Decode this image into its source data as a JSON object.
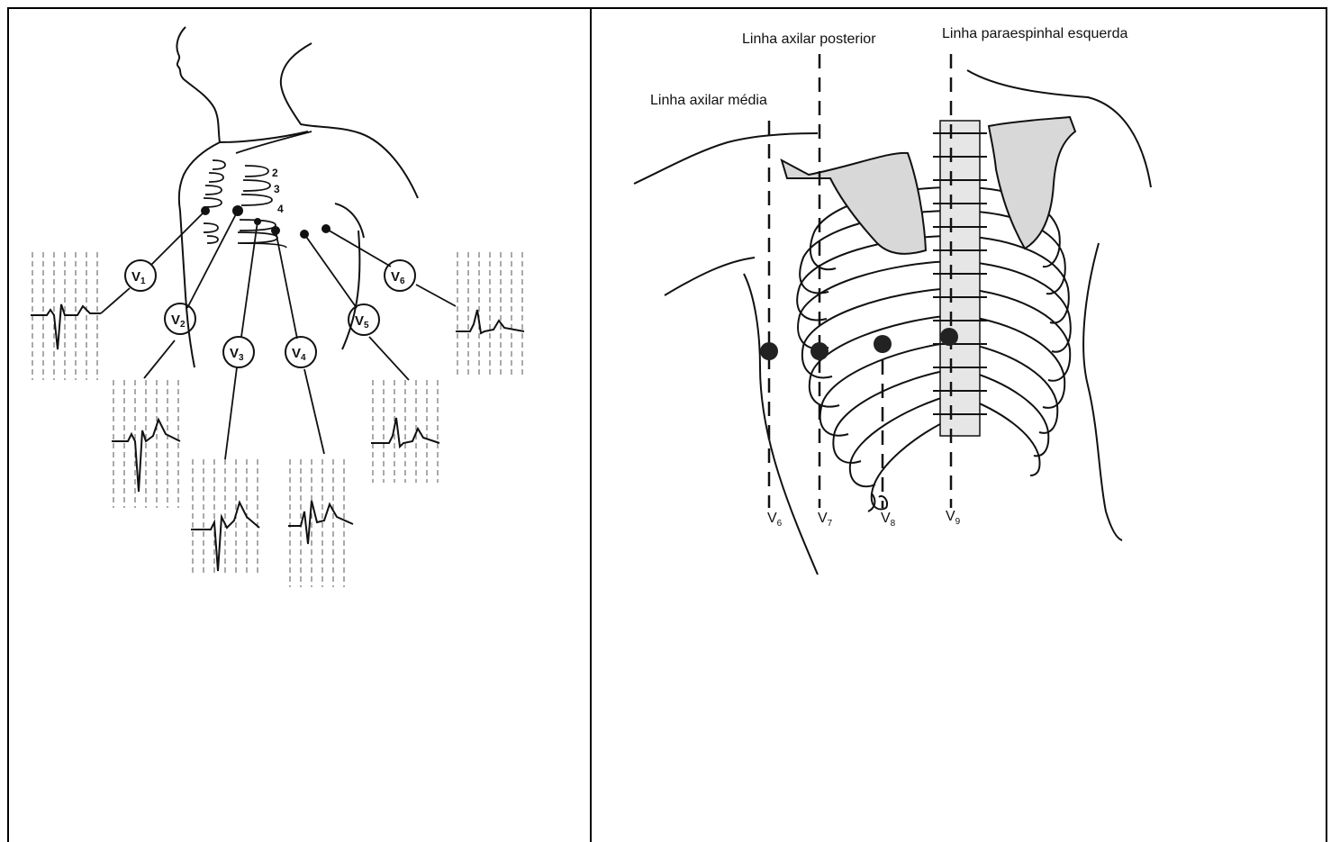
{
  "left_figure": {
    "intercostal_numbers": [
      "2",
      "3",
      "4"
    ],
    "leads": [
      {
        "letter": "V",
        "sub": "1"
      },
      {
        "letter": "V",
        "sub": "2"
      },
      {
        "letter": "V",
        "sub": "3"
      },
      {
        "letter": "V",
        "sub": "4"
      },
      {
        "letter": "V",
        "sub": "5"
      },
      {
        "letter": "V",
        "sub": "6"
      }
    ]
  },
  "right_figure": {
    "line_labels": {
      "posterior_axillary": "Linha axilar posterior",
      "left_paraspinal": "Linha paraespinhal esquerda",
      "mid_axillary": "Linha axilar média"
    },
    "leads": [
      {
        "letter": "V",
        "sub": "6"
      },
      {
        "letter": "V",
        "sub": "7"
      },
      {
        "letter": "V",
        "sub": "8"
      },
      {
        "letter": "V",
        "sub": "9"
      }
    ]
  },
  "colors": {
    "ink": "#111111",
    "bone": "#d8d8d8",
    "grid": "#555555",
    "border": "#000000"
  }
}
